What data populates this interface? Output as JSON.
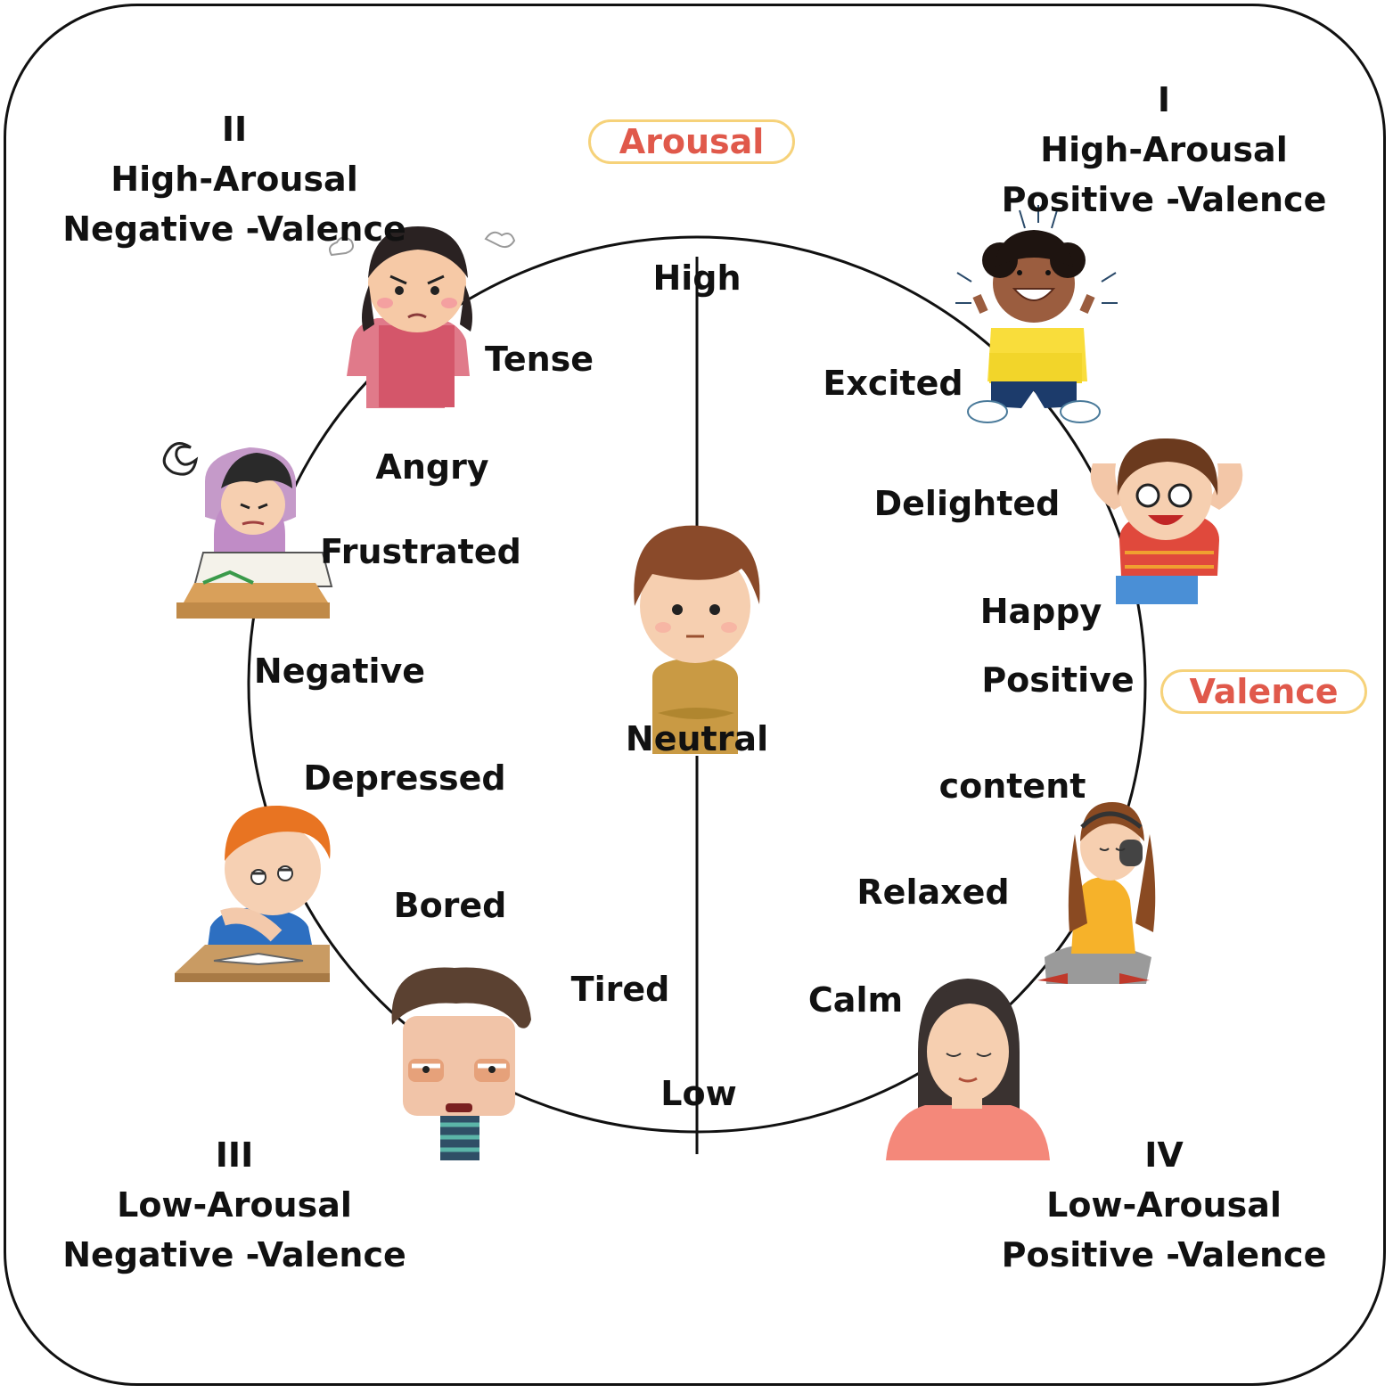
{
  "colors": {
    "axis_title": "#e0594b",
    "pill_border": "#f6d27a",
    "line": "#111111"
  },
  "axes": {
    "arousal_title": "Arousal",
    "valence_title": "Valence",
    "high": "High",
    "low": "Low",
    "negative": "Negative",
    "positive": "Positive",
    "neutral": "Neutral"
  },
  "quadrants": [
    {
      "numeral": "I",
      "arousal": "High-Arousal",
      "valence": "Positive -Valence"
    },
    {
      "numeral": "II",
      "arousal": "High-Arousal",
      "valence": "Negative -Valence"
    },
    {
      "numeral": "III",
      "arousal": "Low-Arousal",
      "valence": "Negative -Valence"
    },
    {
      "numeral": "IV",
      "arousal": "Low-Arousal",
      "valence": "Positive -Valence"
    }
  ],
  "emotions": {
    "tense": "Tense",
    "angry": "Angry",
    "frustrated": "Frustrated",
    "depressed": "Depressed",
    "bored": "Bored",
    "tired": "Tired",
    "excited": "Excited",
    "delighted": "Delighted",
    "happy": "Happy",
    "content": "content",
    "relaxed": "Relaxed",
    "calm": "Calm"
  },
  "icons": [
    "tense-girl-icon",
    "frustrated-student-icon",
    "bored-student-icon",
    "tired-boy-icon",
    "neutral-boy-icon",
    "excited-girl-icon",
    "delighted-girl-icon",
    "relaxed-girl-icon",
    "calm-woman-icon"
  ]
}
